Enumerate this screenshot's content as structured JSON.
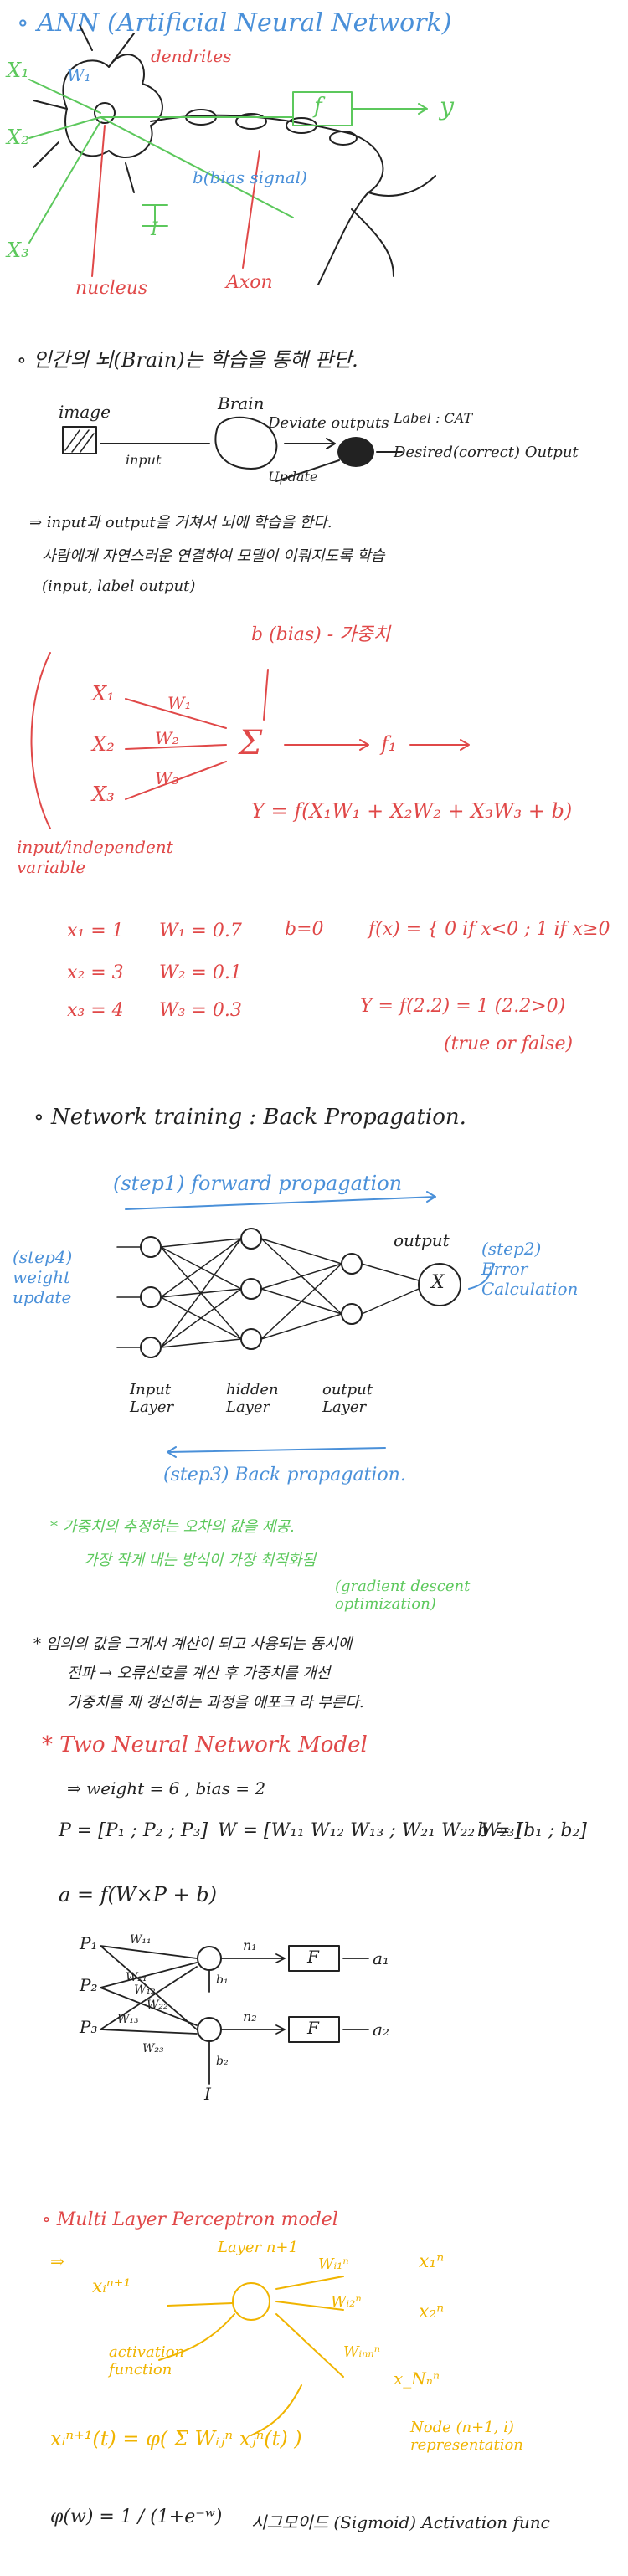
{
  "colors": {
    "blue": "#4a90d9",
    "green": "#5cc85c",
    "red": "#e04848",
    "black": "#222222",
    "yellow": "#f0b400"
  },
  "ann": {
    "title": "∘ ANN (Artificial Neural Network)",
    "x1": "X₁",
    "w1": "W₁",
    "x2": "X₂",
    "x3": "X₃",
    "dendrites": "dendrites",
    "f": "f",
    "y": "y",
    "bias": "b(bias signal)",
    "I": "I",
    "nucleus": "nucleus",
    "axon": "Axon"
  },
  "brain": {
    "heading": "∘ 인간의 뇌(Brain)는 학습을 통해 판단.",
    "image": "image",
    "input": "input",
    "brain": "Brain",
    "deviate": "Deviate outputs",
    "update": "Update",
    "label": "Label : CAT",
    "desired": "Desired(correct) Output",
    "note1": "⇒ input과 output을 거쳐서 뇌에 학습을 한다.",
    "note2": "사람에게 자연스러운 연결하여 모델이 이뤄지도록 학습",
    "note3": "(input, label output)"
  },
  "perceptron": {
    "bias": "b (bias) - 가중치",
    "x1": "X₁",
    "x2": "X₂",
    "x3": "X₃",
    "w1": "W₁",
    "w2": "W₂",
    "w3": "W₃",
    "sum": "Σ",
    "f": "f₁",
    "formula": "Y = f(X₁W₁ + X₂W₂ + X₃W₃ + b)",
    "input_note": "input/independent variable"
  },
  "example": {
    "x1": "x₁ = 1",
    "w1": "W₁ = 0.7",
    "x2": "x₂ = 3",
    "w2": "W₂ = 0.1",
    "x3": "x₃ = 4",
    "w3": "W₃ = 0.3",
    "b": "b=0",
    "fx": "f(x) = { 0 if x<0 ; 1 if x≥0",
    "result": "Y = f(2.2) = 1  (2.2>0)",
    "truefalse": "(true or false)"
  },
  "training": {
    "heading": "∘ Network training : Back Propagation.",
    "step1": "(step1) forward propagation",
    "step2": "(step2) Error Calculation",
    "step3": "(step3) Back propagation.",
    "step4": "(step4) weight update",
    "output": "output",
    "X": "X",
    "input_layer": "Input Layer",
    "hidden_layer": "hidden Layer",
    "output_layer": "output Layer",
    "note1": "* 가중치의 추정하는 오차의 값을 제공.",
    "note2": "가장 작게 내는 방식이 가장 최적화됨",
    "note3": "(gradient descent optimization)",
    "note4": "* 임의의 값을 그게서 계산이 되고 사용되는 동시에",
    "note5": "전파 → 오류신호를 계산 후 가중치를 개선",
    "note6": "가중치를 재 갱신하는 과정을 에포크 라 부른다.",
    "epoch": "에포크"
  },
  "two_model": {
    "heading": "* Two Neural Network Model",
    "weight": "⇒ weight = 6 , bias = 2",
    "P": "P = [P₁ ; P₂ ; P₃]",
    "W": "W = [W₁₁ W₁₂ W₁₃ ; W₂₁ W₂₂ W₂₃]",
    "b": "b = [b₁ ; b₂]",
    "a": "a = f(W×P + b)",
    "p1": "P₁",
    "p2": "P₂",
    "p3": "P₃",
    "w11": "W₁₁",
    "w21": "W₂₁",
    "w12": "W₁₂",
    "w22": "W₂₂",
    "w13": "W₁₃",
    "w23": "W₂₃",
    "n1": "n₁",
    "n2": "n₂",
    "b1": "b₁",
    "b2": "b₂",
    "f": "F",
    "a1": "a₁",
    "a2": "a₂",
    "I": "I"
  },
  "mlp": {
    "heading": "∘ Multi Layer Perceptron model",
    "layer": "Layer n+1",
    "arrow": "⇒",
    "xi": "xᵢⁿ⁺¹",
    "x1n": "x₁ⁿ",
    "x2n": "x₂ⁿ",
    "xNn": "x_Nₙⁿ",
    "wi1": "Wᵢ₁ⁿ",
    "wi2": "Wᵢ₂ⁿ",
    "wiN": "Wᵢₙₙⁿ",
    "act": "activation function",
    "node": "Node (n+1, i) representation",
    "eq": "xᵢⁿ⁺¹(t) = φ( Σ Wᵢⱼⁿ xⱼⁿ(t) )",
    "sigmoid": "φ(w) = 1 / (1+e⁻ʷ)",
    "sigmoid_note": "시그모이드 (Sigmoid) Activation func"
  }
}
